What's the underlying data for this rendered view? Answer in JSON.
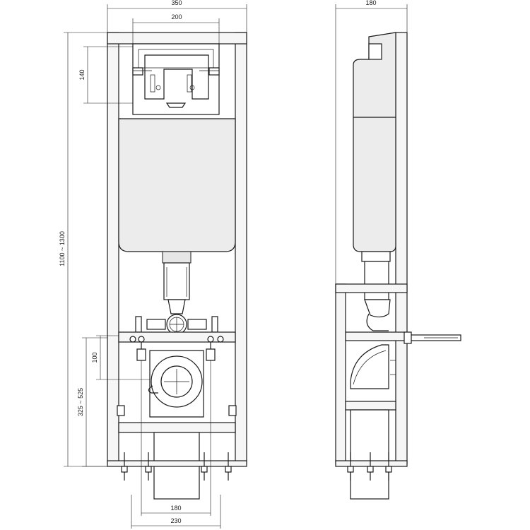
{
  "dimensions": {
    "front_width": "350",
    "plate_width": "200",
    "plate_height": "140",
    "total_height": "1100 ~ 1300",
    "outlet_offset": "100",
    "outlet_height": "325 ~ 525",
    "anchor_spacing": "180",
    "frame_base_width": "230",
    "side_depth": "180"
  }
}
